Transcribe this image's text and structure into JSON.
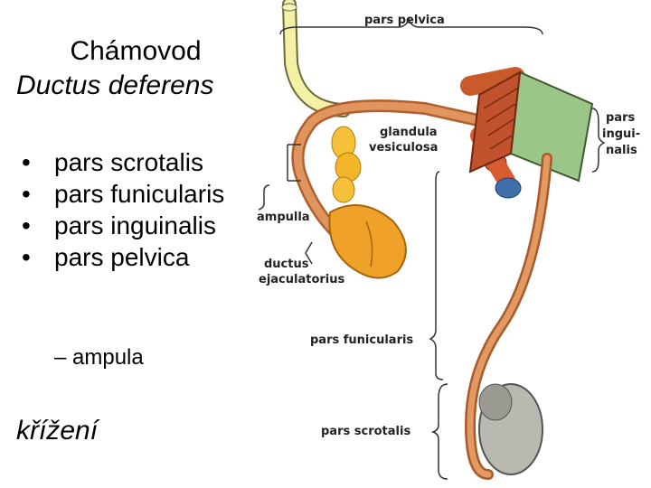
{
  "slide": {
    "title_line1": "Chámovod",
    "title_line2": "Ductus deferens",
    "bullets": [
      "pars scrotalis",
      "pars funicularis",
      "pars inguinalis",
      "pars pelvica"
    ],
    "sub_bullet": "ampula",
    "footer": "křížení"
  },
  "diagram": {
    "labels": {
      "pars_pelvica": "pars pelvica",
      "glandula_1": "glandula",
      "glandula_2": "vesiculosa",
      "pars_ingui_1": "pars",
      "pars_ingui_2": "ingui-",
      "pars_ingui_3": "nalis",
      "ampulla": "ampulla",
      "ductus_1": "ductus",
      "ductus_2": "ejaculatorius",
      "pars_funicularis": "pars funicularis",
      "pars_scrotalis": "pars scrotalis"
    }
  }
}
